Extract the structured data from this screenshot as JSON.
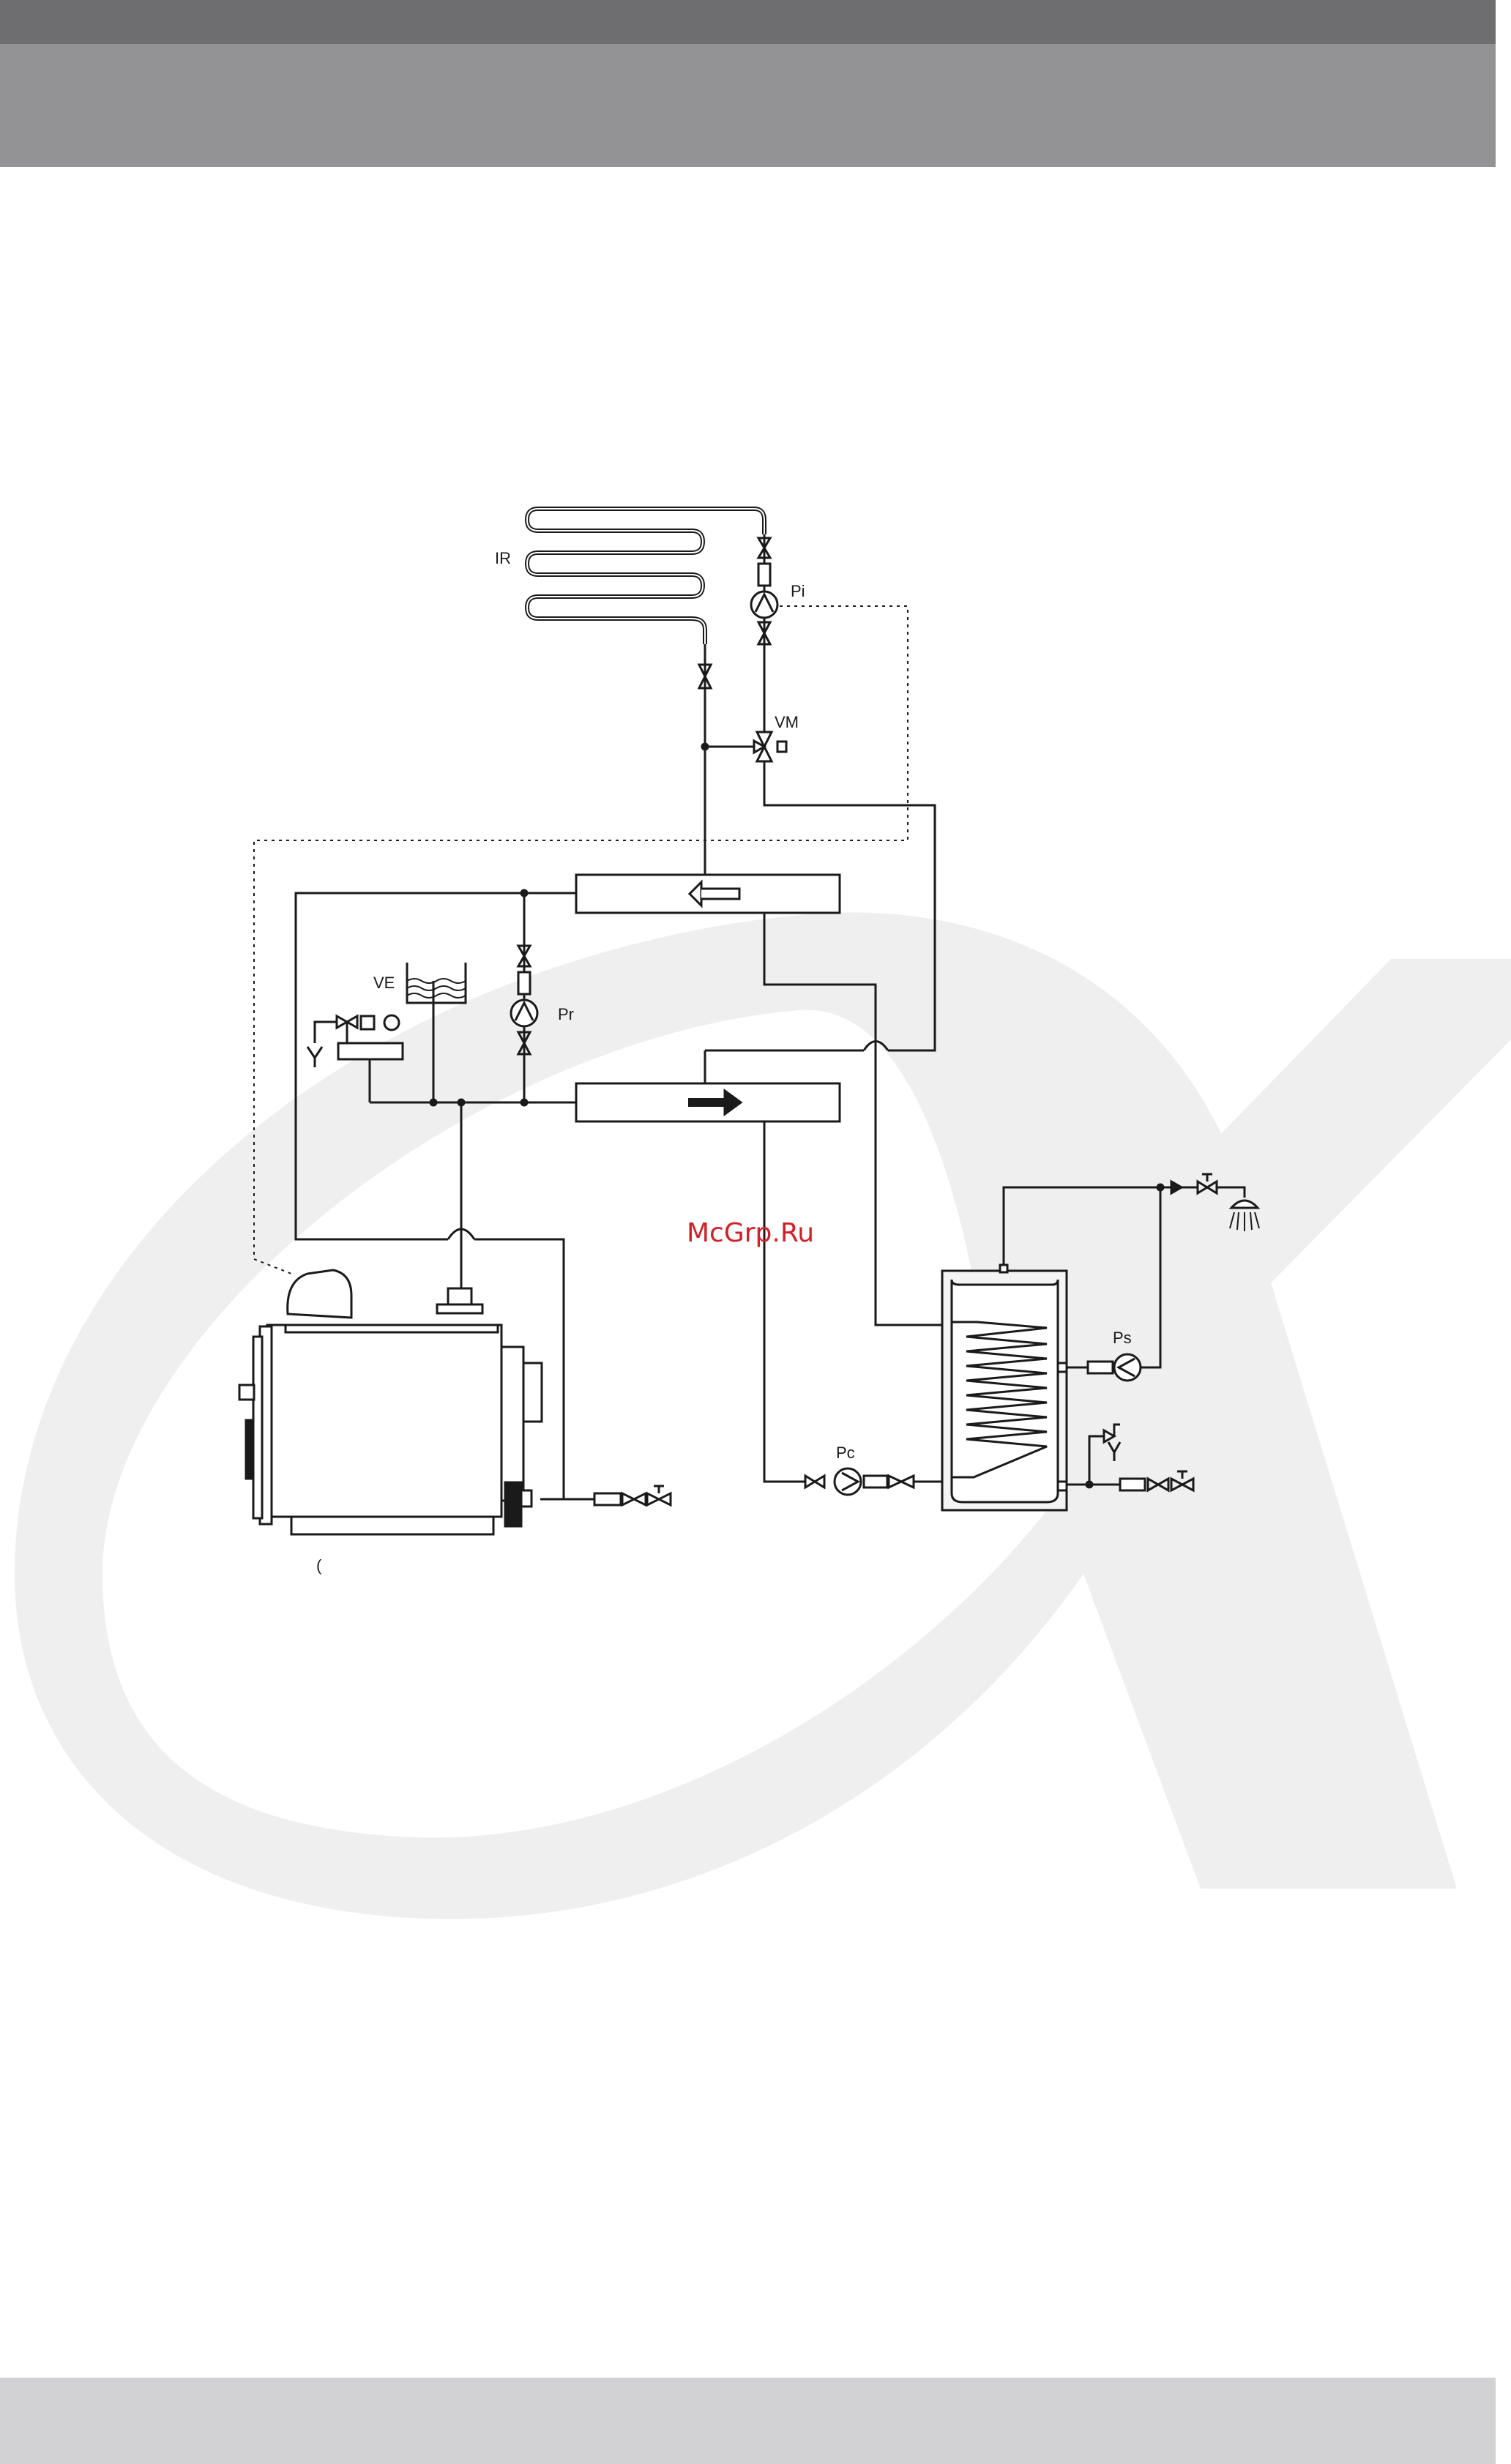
{
  "labels": {
    "ir": "IR",
    "pi": "Pi",
    "vm": "VM",
    "ve": "VE",
    "pr": "Pr",
    "pc": "Pc",
    "ps": "Ps",
    "boiler_mark": "("
  },
  "watermark": "McGrp.Ru",
  "colors": {
    "top_band_dark": "#6e6e70",
    "top_band_light": "#939396",
    "bottom_band": "#d2d2d4",
    "background_logo": "#efefef",
    "watermark": "#d2202a",
    "line": "#1a1a1a"
  }
}
